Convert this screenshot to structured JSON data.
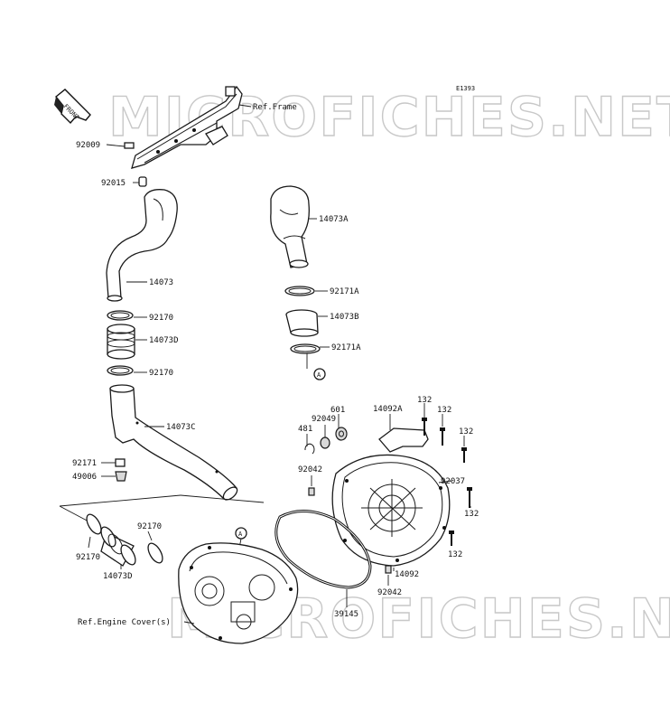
{
  "diagram_code": "E1393",
  "watermark": {
    "text": "MICROFICHES.NET"
  },
  "front_label": "FRONT",
  "ref_labels": {
    "frame": "Ref.Frame",
    "engine_cover": "Ref.Engine Cover(s)"
  },
  "callout": "A",
  "parts": [
    {
      "id": "p92009",
      "number": "92009"
    },
    {
      "id": "p92015",
      "number": "92015"
    },
    {
      "id": "p14073",
      "number": "14073"
    },
    {
      "id": "p92170a",
      "number": "92170"
    },
    {
      "id": "p14073D_top",
      "number": "14073D"
    },
    {
      "id": "p92170b",
      "number": "92170"
    },
    {
      "id": "p14073C",
      "number": "14073C"
    },
    {
      "id": "p92171",
      "number": "92171"
    },
    {
      "id": "p49006",
      "number": "49006"
    },
    {
      "id": "p14073A",
      "number": "14073A"
    },
    {
      "id": "p92171A_top",
      "number": "92171A"
    },
    {
      "id": "p14073B",
      "number": "14073B"
    },
    {
      "id": "p92171A_bot",
      "number": "92171A"
    },
    {
      "id": "p601",
      "number": "601"
    },
    {
      "id": "p92049",
      "number": "92049"
    },
    {
      "id": "p481",
      "number": "481"
    },
    {
      "id": "p14092A",
      "number": "14092A"
    },
    {
      "id": "p132a",
      "number": "132"
    },
    {
      "id": "p132b",
      "number": "132"
    },
    {
      "id": "p132c",
      "number": "132"
    },
    {
      "id": "p92042a",
      "number": "92042"
    },
    {
      "id": "p92037",
      "number": "92037"
    },
    {
      "id": "p132d",
      "number": "132"
    },
    {
      "id": "p132e",
      "number": "132"
    },
    {
      "id": "p14092",
      "number": "14092"
    },
    {
      "id": "p92042b",
      "number": "92042"
    },
    {
      "id": "p39145",
      "number": "39145"
    },
    {
      "id": "p92170c",
      "number": "92170"
    },
    {
      "id": "p92170d",
      "number": "92170"
    },
    {
      "id": "p14073D_bot",
      "number": "14073D"
    }
  ]
}
